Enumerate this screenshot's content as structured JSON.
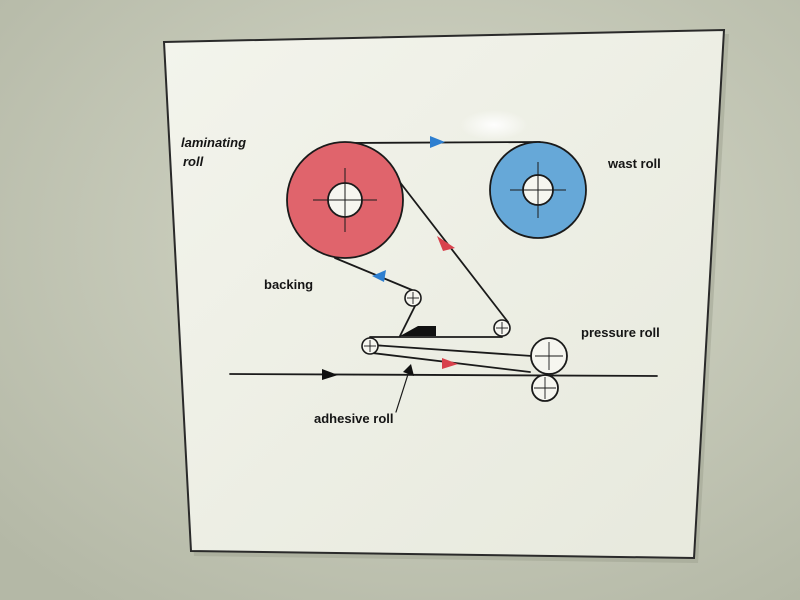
{
  "labels": {
    "laminating_line1": "laminating",
    "laminating_line2": "roll",
    "wast_roll": "wast roll",
    "backing": "backing",
    "pressure_roll": "pressure roll",
    "adhesive_roll": "adhesive roll"
  },
  "colors": {
    "wall": "#c9cdbd",
    "panel": "#f1f2ea",
    "laminating_roll": "#e0646c",
    "wast_roll": "#66a8d8",
    "arrow_blue": "#2e7fd0",
    "arrow_red": "#d8414c",
    "line": "#1a1a1a"
  }
}
